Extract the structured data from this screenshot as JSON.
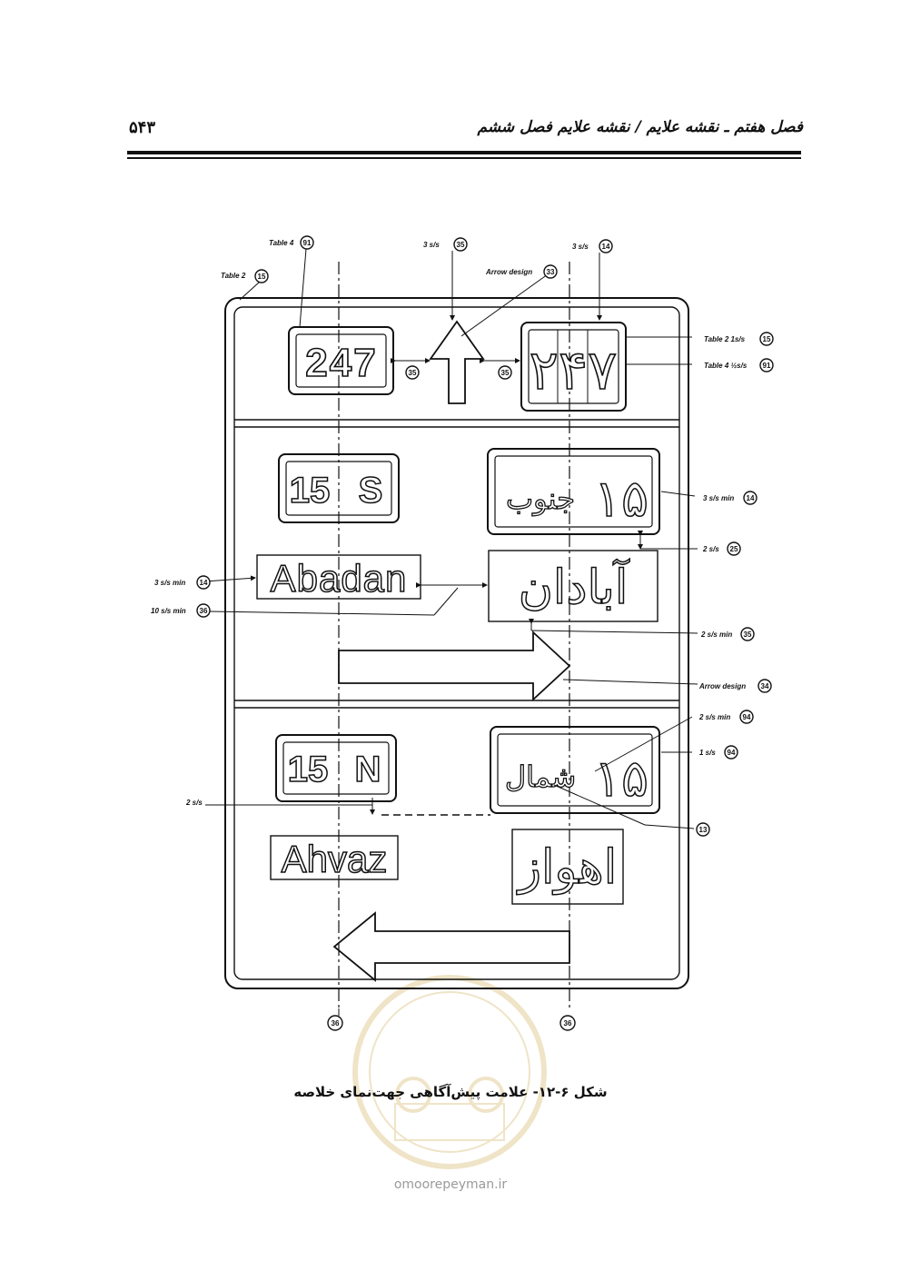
{
  "header": {
    "title": "فصل هفتم ـ نقشه علایم / نقشه علایم فصل ششم",
    "page_number": "۵۴۳"
  },
  "figure": {
    "route_latin": "247",
    "route_persian": "۲۴۷",
    "panel2": {
      "latin_shield_number": "15",
      "latin_shield_letter": "S",
      "persian_shield_number": "۱۵",
      "persian_shield_word": "جنوب",
      "city_latin": "Abadan",
      "city_persian": "آبادان"
    },
    "panel3": {
      "latin_shield_number": "15",
      "latin_shield_letter": "N",
      "persian_shield_number": "۱۵",
      "persian_shield_word": "شمال",
      "city_latin": "Ahvaz",
      "city_persian": "اهواز"
    },
    "annotations": {
      "table4_top": "Table 4",
      "table2_left": "Table 2",
      "ss3_top_center": "3 s/s",
      "arrow_design_top": "Arrow design",
      "ss3_top_right": "3 s/s",
      "table2_right": "Table 2  1s/s",
      "table4_right": "Table 4  ½s/s",
      "ss3_min_right": "3 s/s min",
      "ss2_right": "2 s/s",
      "ss3_min_left": "3 s/s min",
      "ss10_min_left": "10 s/s min",
      "ss2_right_lower": "2 s/s min",
      "arrow_design_right": "Arrow design",
      "ss2_min_right": "2 s/s min",
      "ss1_right": "1 s/s",
      "ss2_left": "2 s/s"
    },
    "callouts": {
      "c91_top": "91",
      "c15_left": "15",
      "c35_top": "35",
      "c33": "33",
      "c14_top": "14",
      "c35_arrow_left": "35",
      "c35_arrow_right": "35",
      "c15_right": "15",
      "c91_right": "91",
      "c14_right": "14",
      "c25": "25",
      "c14_left": "14",
      "c36_left": "36",
      "c35_right": "35",
      "c34": "34",
      "c94_a": "94",
      "c94_b": "94",
      "c13": "13",
      "c36_bottom_left": "36",
      "c36_bottom_right": "36"
    }
  },
  "caption": "شکل ۶-۱۲- علامت پیش‌آگاهی جهت‌نمای خلاصه",
  "watermark": "omoorepeyman.ir"
}
